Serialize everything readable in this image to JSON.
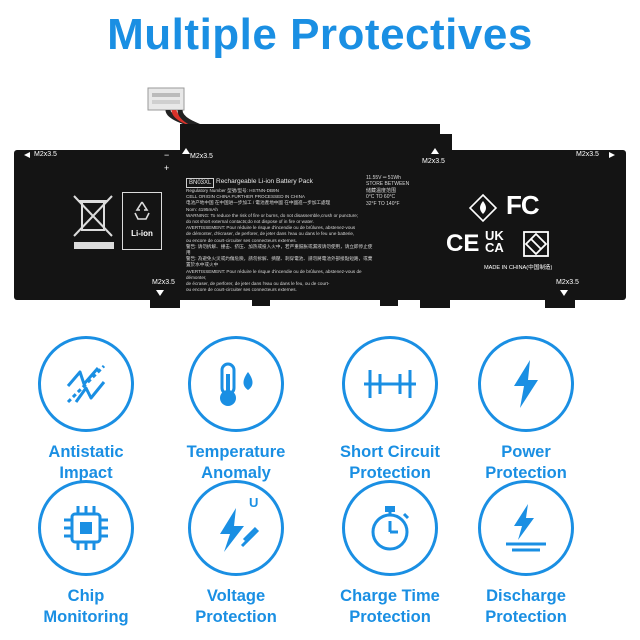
{
  "title": "Multiple Protectives",
  "battery": {
    "screw_labels": {
      "left": "M2x3.5",
      "top_mid": "M2x3.5",
      "right_top": "M2x3.5",
      "right": "M2x3.5",
      "bottom_left": "M2x3.5",
      "bottom_right": "M2x3.5"
    },
    "polarity": {
      "minus": "−",
      "plus": "+"
    },
    "model": "BN03XL",
    "pack_title": "Rechargeable Li-ion Battery Pack",
    "recycle_text": "Li-ion",
    "label_lines": [
      "Regulatory Number 型號/型号: HSTNN-DB9N",
      "CELL ORIGIN CHINA FURTHER PROCESSED IN CHINA",
      "电池产地中国 在中国进一步加工 / 電池產地中國 在中國進一步加工處理",
      "Nom: 4195mAh",
      "WARNING: To reduce the risk of fire or burns, do not disassemble,crush or puncture;",
      "do not short external contacts;do not dispose of in fire or water.",
      "AVERTISSEMENT: Pour réduire le risque d'incendie ou de brûlures, abstenez-vous",
      "de démonter, d'écraser, de perforer, de jeter dans l'eau ou dans le feu une batterie,",
      "ou encore de court-circuiter ses connecteurs externes.",
      "警告: 请勿拆解、撞击、挤压、加热或投入火中，若严重鼓胀或漏液请勿使用，请立即停止使用",
      "警告: 為避免火災或灼傷危險，請勿拆解、擠壓、刺穿電池、請勿將電池外部接點短路，或棄置於水中或火中",
      "AVERTISSEMENT: Pour réduire le risque d'incendie ou de brûlures, abstenez-vous de démonter,",
      "de écraser, de perforer, de jeter dans l'eau ou dans le feu, ou de court-",
      "ou encore de court-circuiter ses connecteurs externes."
    ],
    "spec_lines": [
      "11.55V ═ 51Wh",
      "STORE BETWEEN",
      "储藏温度范围",
      "0°C TO 60°C",
      "32°F TO 140°F"
    ],
    "certs": {
      "fc": "FC",
      "ce": "CE",
      "ukca_top": "UK",
      "ukca_bottom": "CA"
    },
    "made_in": "MADE IN CHINA(中国制造)"
  },
  "features": [
    {
      "icon": "antistatic-icon",
      "line1": "Antistatic",
      "line2": "Impact"
    },
    {
      "icon": "thermometer-flame-icon",
      "line1": "Temperature",
      "line2": "Anomaly"
    },
    {
      "icon": "short-circuit-icon",
      "line1": "Short Circuit",
      "line2": "Protection"
    },
    {
      "icon": "lightning-bolt-icon",
      "line1": "Power",
      "line2": "Protection"
    },
    {
      "icon": "chip-icon",
      "line1": "Chip",
      "line2": "Monitoring"
    },
    {
      "icon": "voltage-icon",
      "line1": "Voltage",
      "line2": "Protection",
      "badge": "U"
    },
    {
      "icon": "stopwatch-icon",
      "line1": "Charge Time",
      "line2": "Protection"
    },
    {
      "icon": "discharge-icon",
      "line1": "Discharge",
      "line2": "Protection"
    }
  ],
  "colors": {
    "accent": "#1a8fe3",
    "battery": "#141414",
    "wire_red": "#d8322a"
  }
}
